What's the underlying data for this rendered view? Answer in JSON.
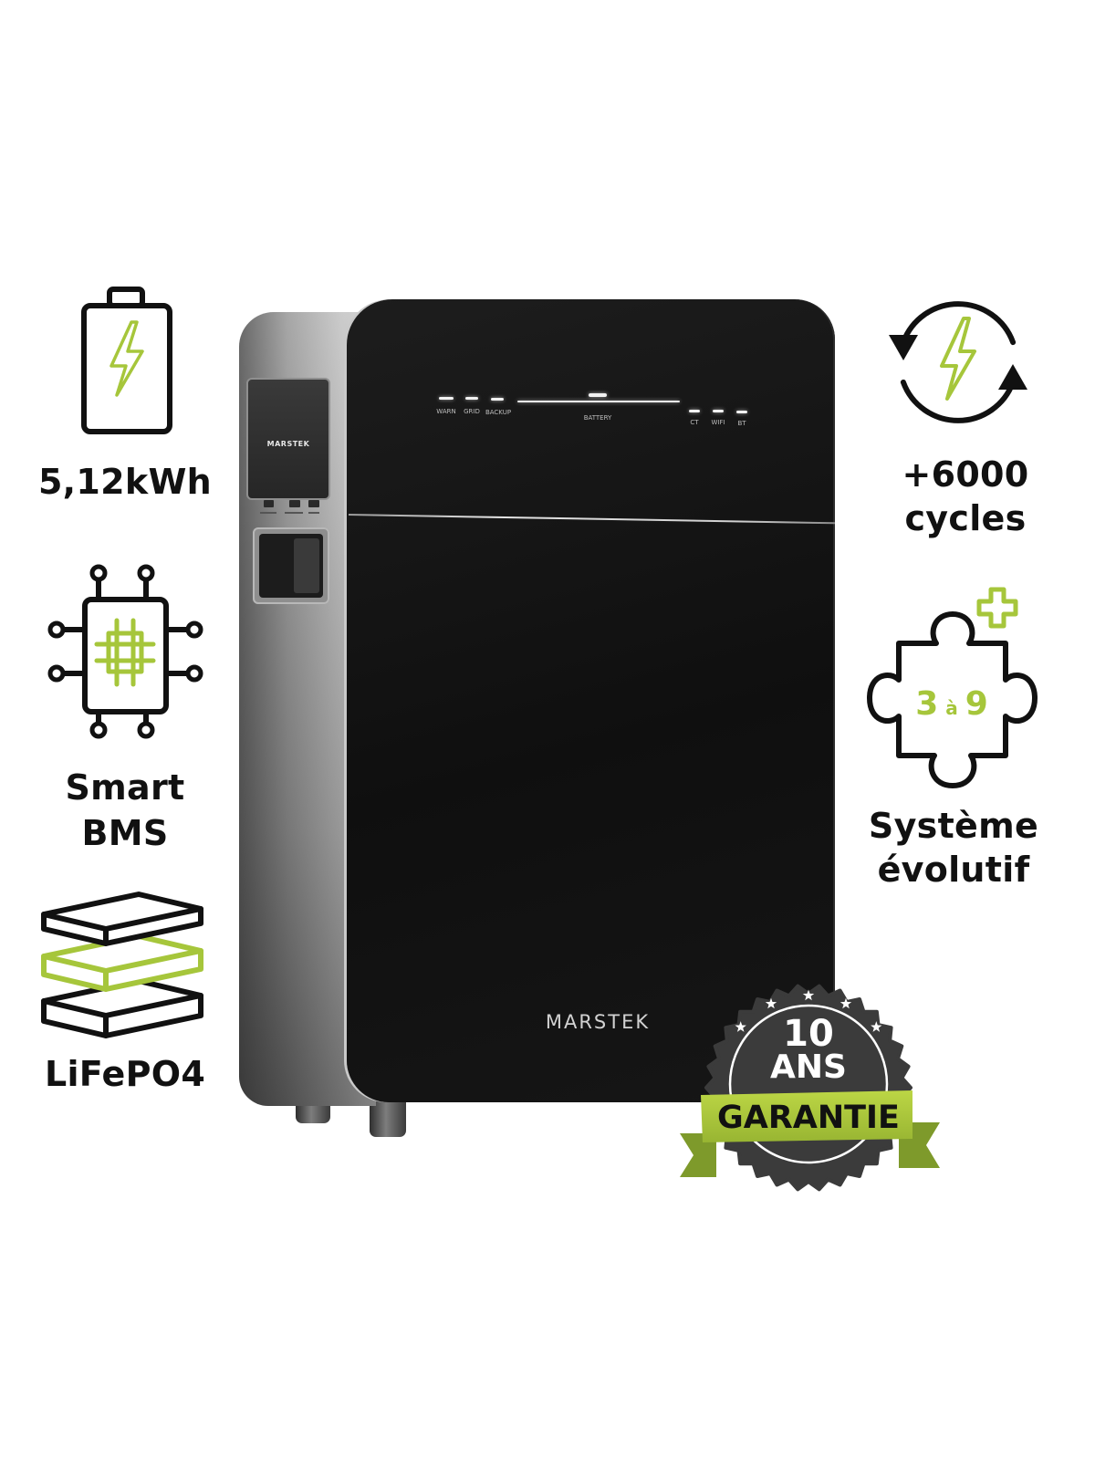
{
  "colors": {
    "accent": "#a6c63b",
    "ink": "#111111",
    "badge": "#3b3b3b",
    "ribbon_dark": "#7e9a2b",
    "panel": "#121212"
  },
  "features": {
    "capacity": {
      "icon": "battery-charge-icon",
      "label": "5,12kWh"
    },
    "bms": {
      "icon": "circuit-chip-icon",
      "lines": [
        "Smart",
        "BMS"
      ]
    },
    "chemistry": {
      "icon": "battery-cells-stack-icon",
      "label": "LiFePO4"
    },
    "cycles": {
      "icon": "charge-cycle-icon",
      "lines": [
        "+6000",
        "cycles"
      ]
    },
    "scalable": {
      "icon": "puzzle-plus-icon",
      "range": {
        "from": "3",
        "sep": "à",
        "to": "9"
      },
      "lines": [
        "Système",
        "évolutif"
      ]
    }
  },
  "product": {
    "brand_front": "MARSTEK",
    "brand_side": "MARSTEK",
    "indicators_left": [
      "WARN",
      "GRID",
      "BACKUP"
    ],
    "battery_label": "BATTERY",
    "indicators_right": [
      "CT",
      "WIFI",
      "BT"
    ]
  },
  "warranty_badge": {
    "years": "10",
    "unit": "ANS",
    "ribbon": "GARANTIE"
  }
}
